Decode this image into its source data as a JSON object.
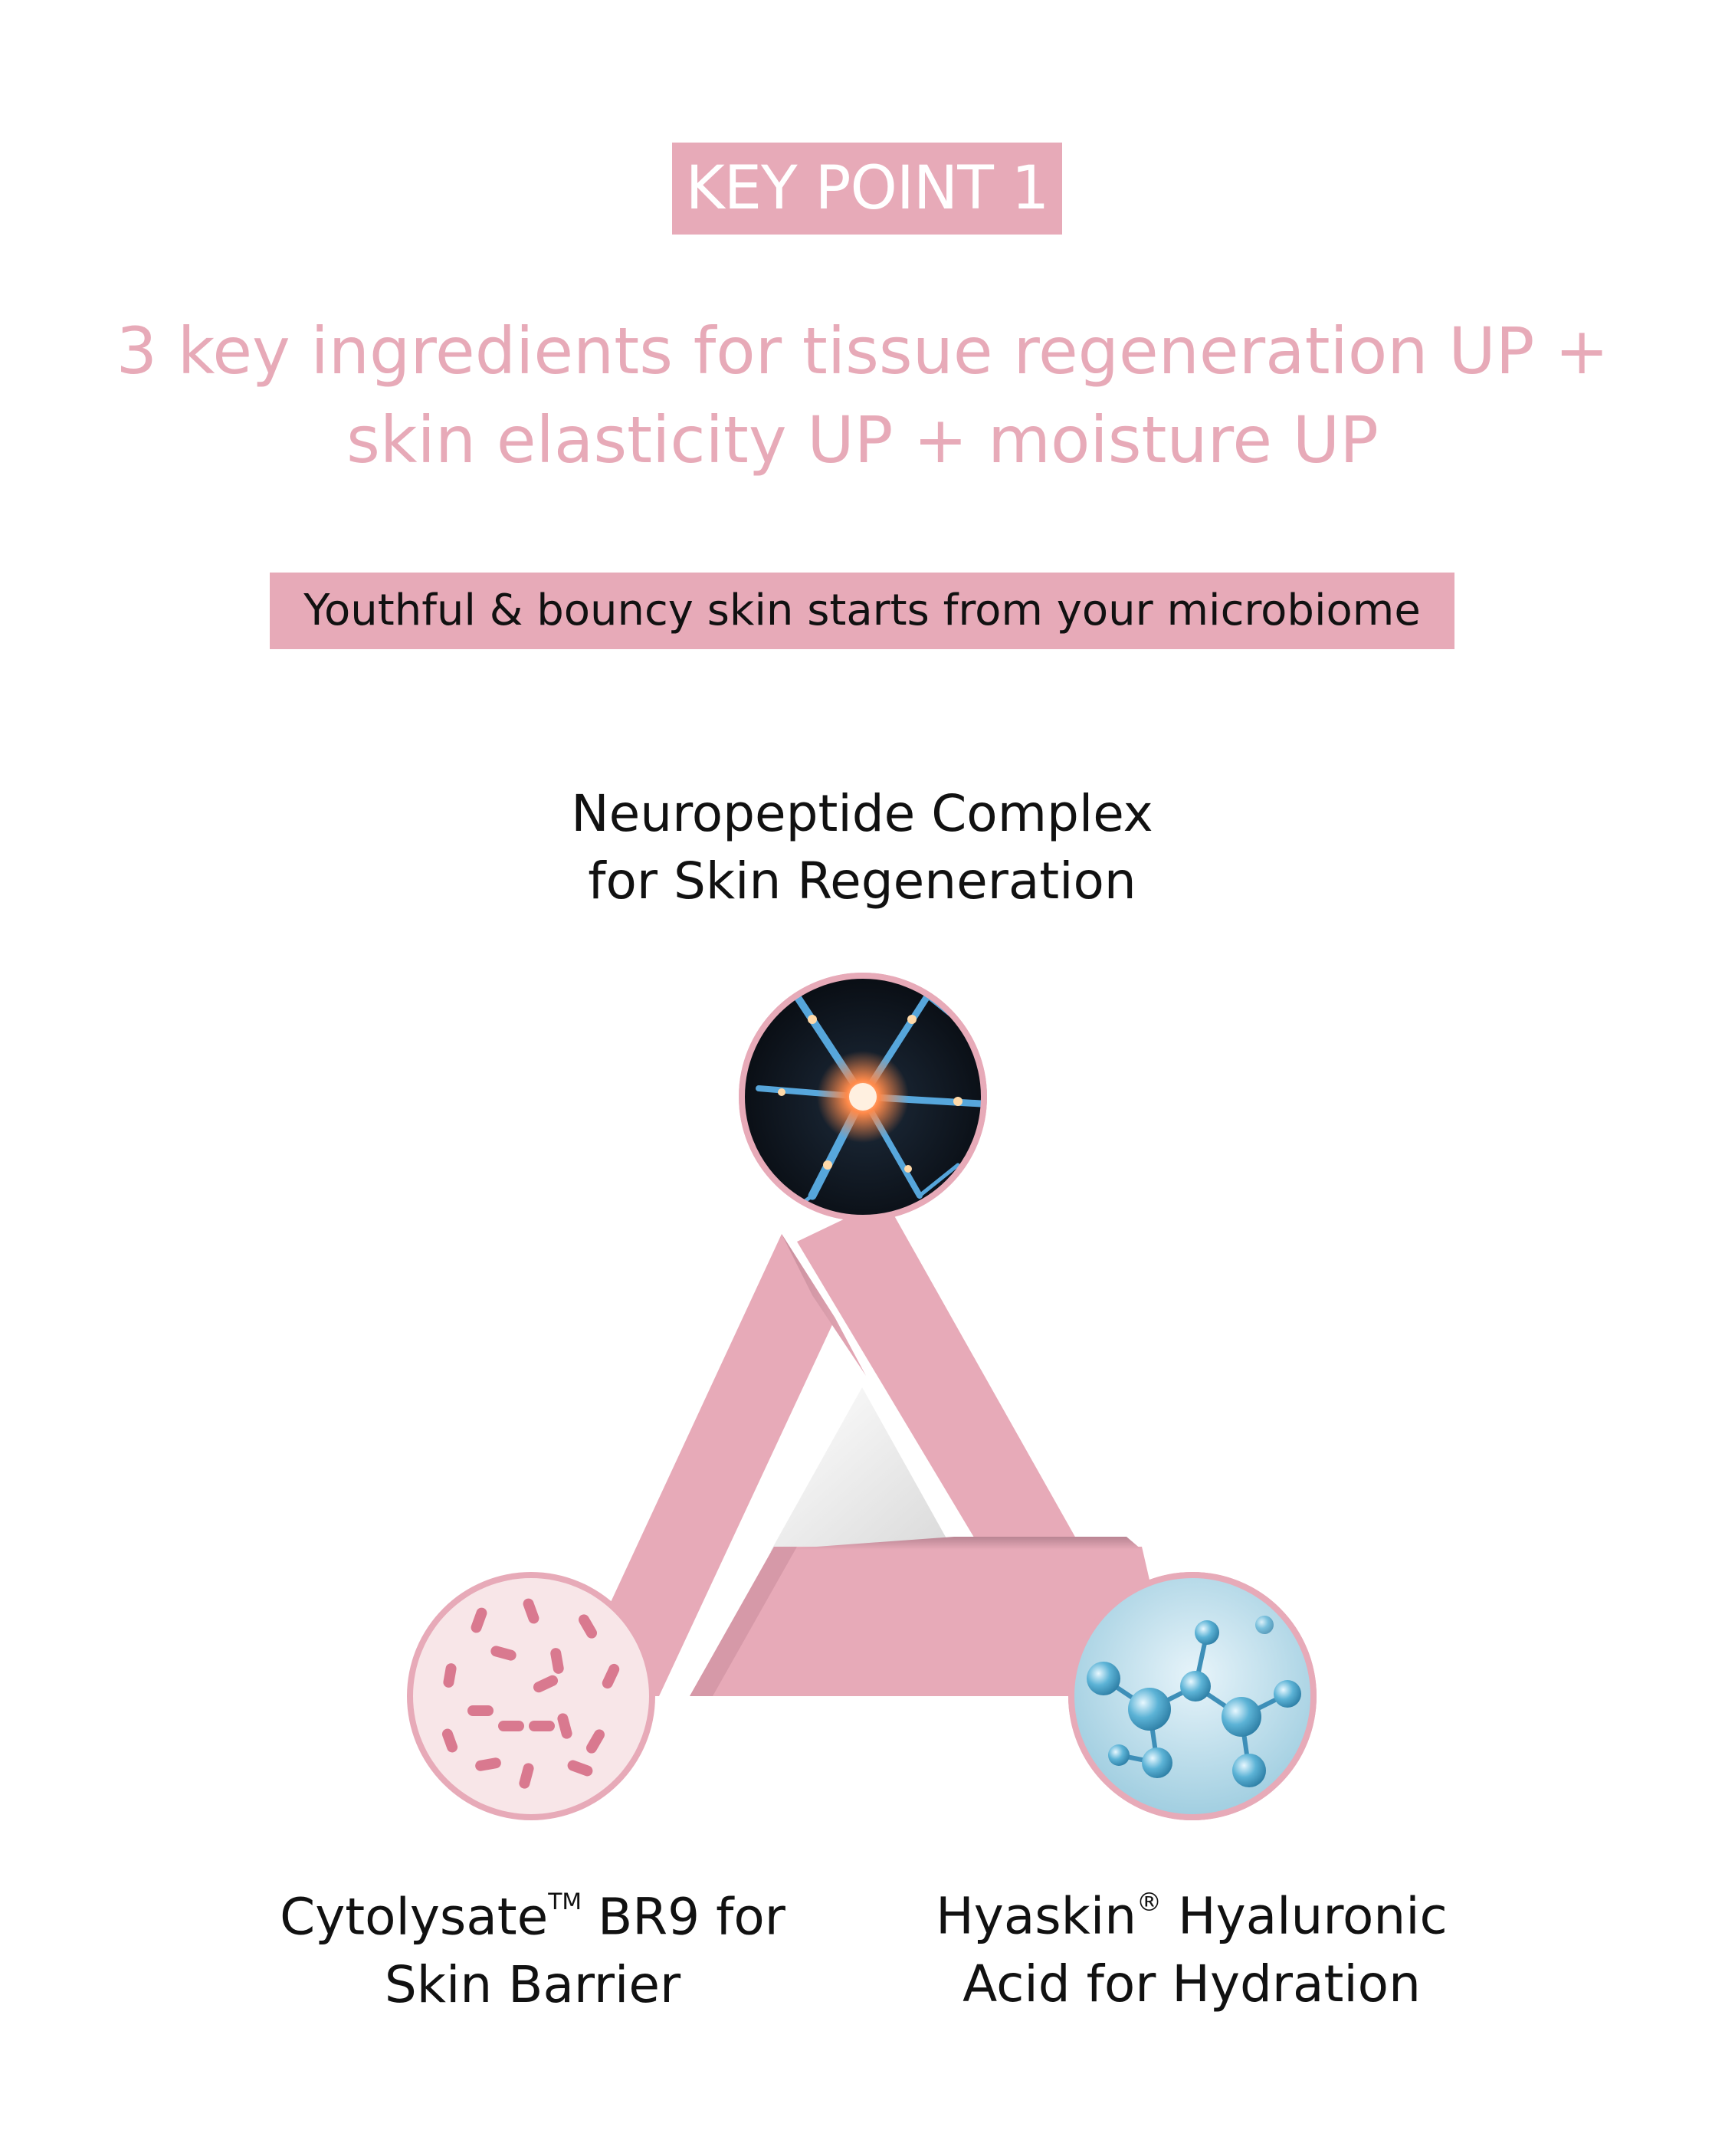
{
  "badge": {
    "label": "KEY POINT 1"
  },
  "headline": {
    "line1": "3 key ingredients for tissue regeneration UP +",
    "line2": "skin elasticity UP + moisture UP"
  },
  "subtitle": {
    "text": "Youthful & bouncy skin starts from your microbiome"
  },
  "ingredients": {
    "top": {
      "line1": "Neuropeptide Complex",
      "line2": "for Skin Regeneration",
      "icon": "neuron-icon"
    },
    "left": {
      "name": "Cytolysate",
      "mark": "TM",
      "rest": " BR9 for",
      "line2": "Skin Barrier",
      "icon": "bacteria-icon"
    },
    "right": {
      "name": "Hyaskin",
      "mark": "®",
      "rest": " Hyaluronic",
      "line2": "Acid for Hydration",
      "icon": "molecule-icon"
    }
  },
  "colors": {
    "accent_pink": "#e7aab8",
    "text": "#111111",
    "background": "#ffffff"
  }
}
